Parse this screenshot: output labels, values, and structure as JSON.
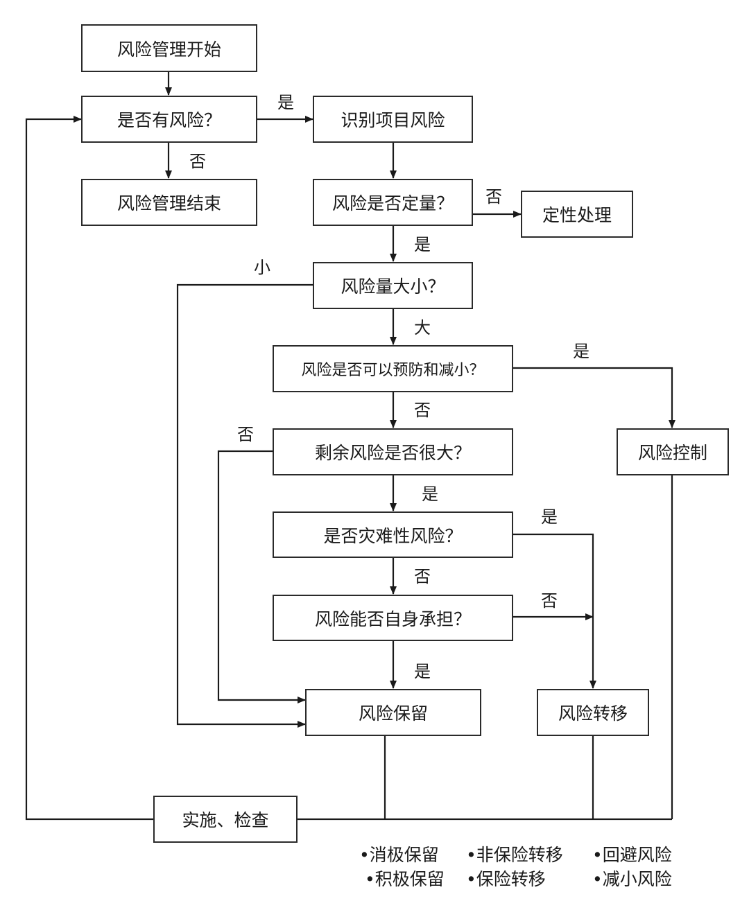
{
  "nodes": {
    "start": "风险管理开始",
    "has_risk": "是否有风险？",
    "end": "风险管理结束",
    "identify": "识别项目风险",
    "quantify": "风险是否定量？",
    "qualitative": "定性处理",
    "magnitude": "风险量大小？",
    "preventable": "风险是否可以预防和减小？",
    "control": "风险控制",
    "residual": "剩余风险是否很大？",
    "catastrophic": "是否灾难性风险？",
    "self_bear": "风险能否自身承担？",
    "retention": "风险保留",
    "transfer": "风险转移",
    "implement": "实施、检查"
  },
  "edge_labels": {
    "has_risk_yes": "是",
    "has_risk_no": "否",
    "quantify_no": "否",
    "quantify_yes": "是",
    "magnitude_small": "小",
    "magnitude_large": "大",
    "preventable_yes": "是",
    "preventable_no": "否",
    "residual_no": "否",
    "residual_yes": "是",
    "catastrophic_yes": "是",
    "catastrophic_no": "否",
    "self_bear_no": "否",
    "self_bear_yes": "是"
  },
  "legend": {
    "retention": [
      "•消极保留",
      "•积极保留"
    ],
    "transfer": [
      "•非保险转移",
      "•保险转移"
    ],
    "control": [
      "•回避风险",
      "•减小风险"
    ]
  }
}
